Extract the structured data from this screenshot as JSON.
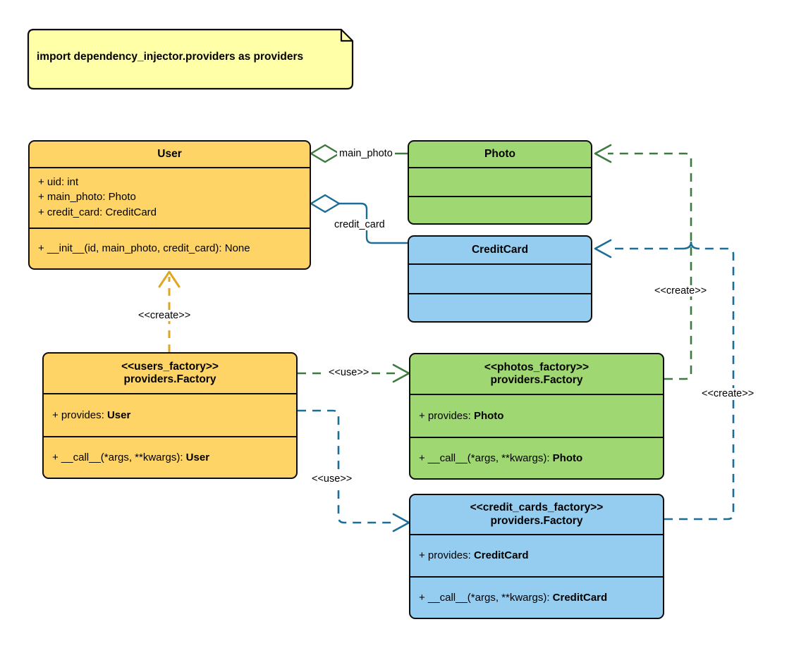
{
  "note": {
    "text": "import dependency_injector.providers as providers",
    "fill": "#ffffa8"
  },
  "colors": {
    "user_fill": "#ffd466",
    "photo_fill": "#9fd872",
    "creditcard_fill": "#95cdf0",
    "outline": "#0d0d0d",
    "green_edge": "#3d7a3d",
    "blue_edge": "#1a6d96",
    "orange_edge": "#e0a61e"
  },
  "classes": {
    "user": {
      "title": "User",
      "attributes": [
        "+ uid: int",
        "+ main_photo: Photo",
        "+ credit_card: CreditCard"
      ],
      "attribute_bold_parts": [
        "",
        "Photo",
        "CreditCard"
      ],
      "methods": [
        "+ __init__(id, main_photo, credit_card): None"
      ]
    },
    "photo": {
      "title": "Photo",
      "attributes": [],
      "methods": []
    },
    "credit_card": {
      "title": "CreditCard",
      "attributes": [],
      "methods": []
    },
    "users_factory": {
      "stereotype": "<<users_factory>>",
      "title": "providers.Factory",
      "provides_prefix": "+ provides: ",
      "provides_type": "User",
      "call_prefix": "+ __call__(*args, **kwargs): ",
      "call_type": "User"
    },
    "photos_factory": {
      "stereotype": "<<photos_factory>>",
      "title": "providers.Factory",
      "provides_prefix": "+ provides: ",
      "provides_type": "Photo",
      "call_prefix": "+ __call__(*args, **kwargs): ",
      "call_type": "Photo"
    },
    "credit_cards_factory": {
      "stereotype": "<<credit_cards_factory>>",
      "title": "providers.Factory",
      "provides_prefix": "+ provides: ",
      "provides_type": "CreditCard",
      "call_prefix": "+ __call__(*args, **kwargs): ",
      "call_type": "CreditCard"
    }
  },
  "edges": {
    "main_photo_label": "main_photo",
    "credit_card_label": "credit_card",
    "create_user_label": "<<create>>",
    "use_photos_label": "<<use>>",
    "use_credit_cards_label": "<<use>>",
    "create_photo_label": "<<create>>",
    "create_credit_card_label": "<<create>>"
  }
}
